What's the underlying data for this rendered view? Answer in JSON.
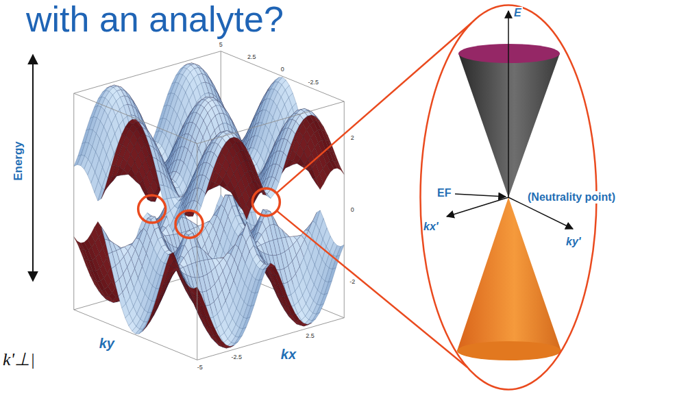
{
  "diagram": {
    "nodes": [
      {
        "text": [
          "E",
          "EF",
          "(Neutrality point)",
          "kx'",
          "ky'"
        ]
      }
    ],
    "labels": [
      "with an analyte?",
      "Energy",
      "ky",
      "kx",
      "5",
      "2.5",
      "0",
      "-2.5",
      "2",
      "0",
      "-2",
      "-5",
      "-2.5",
      "2.5",
      "k'⊥|"
    ]
  }
}
